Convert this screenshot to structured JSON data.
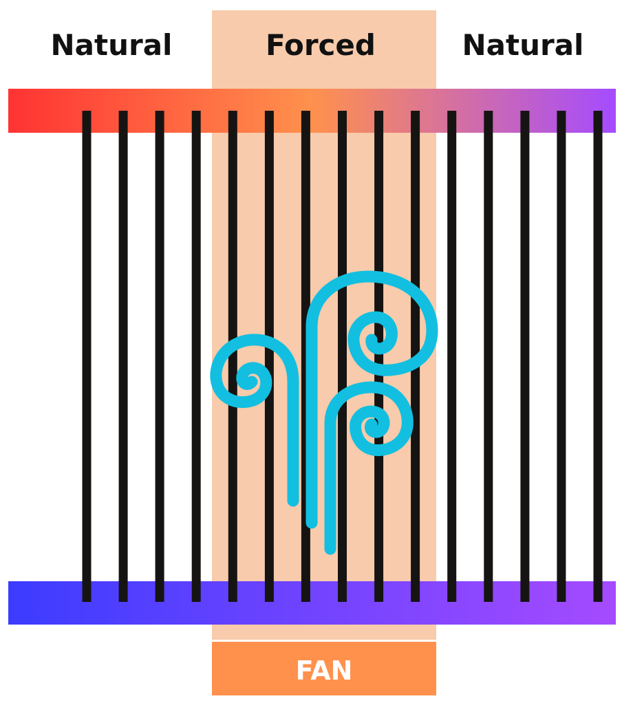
{
  "zones": {
    "left_label": "Natural",
    "center_label": "Forced",
    "right_label": "Natural"
  },
  "fan": {
    "label": "FAN"
  },
  "fins": {
    "count": 15
  },
  "colors": {
    "forced_zone": "#F7CBAB",
    "fan_box": "#FF914D",
    "fin": "#161412",
    "airflow": "#12BFE0",
    "hot_bar_start": "#FF3333",
    "hot_bar_mid": "#FF914D",
    "hot_bar_end": "#A54BFF",
    "cold_bar_start": "#3C3CFF",
    "cold_bar_end": "#A54BFF",
    "text": "#111111",
    "fan_text": "#FFFFFF"
  },
  "icons": {
    "airflow": "wind-swirl-icon"
  }
}
